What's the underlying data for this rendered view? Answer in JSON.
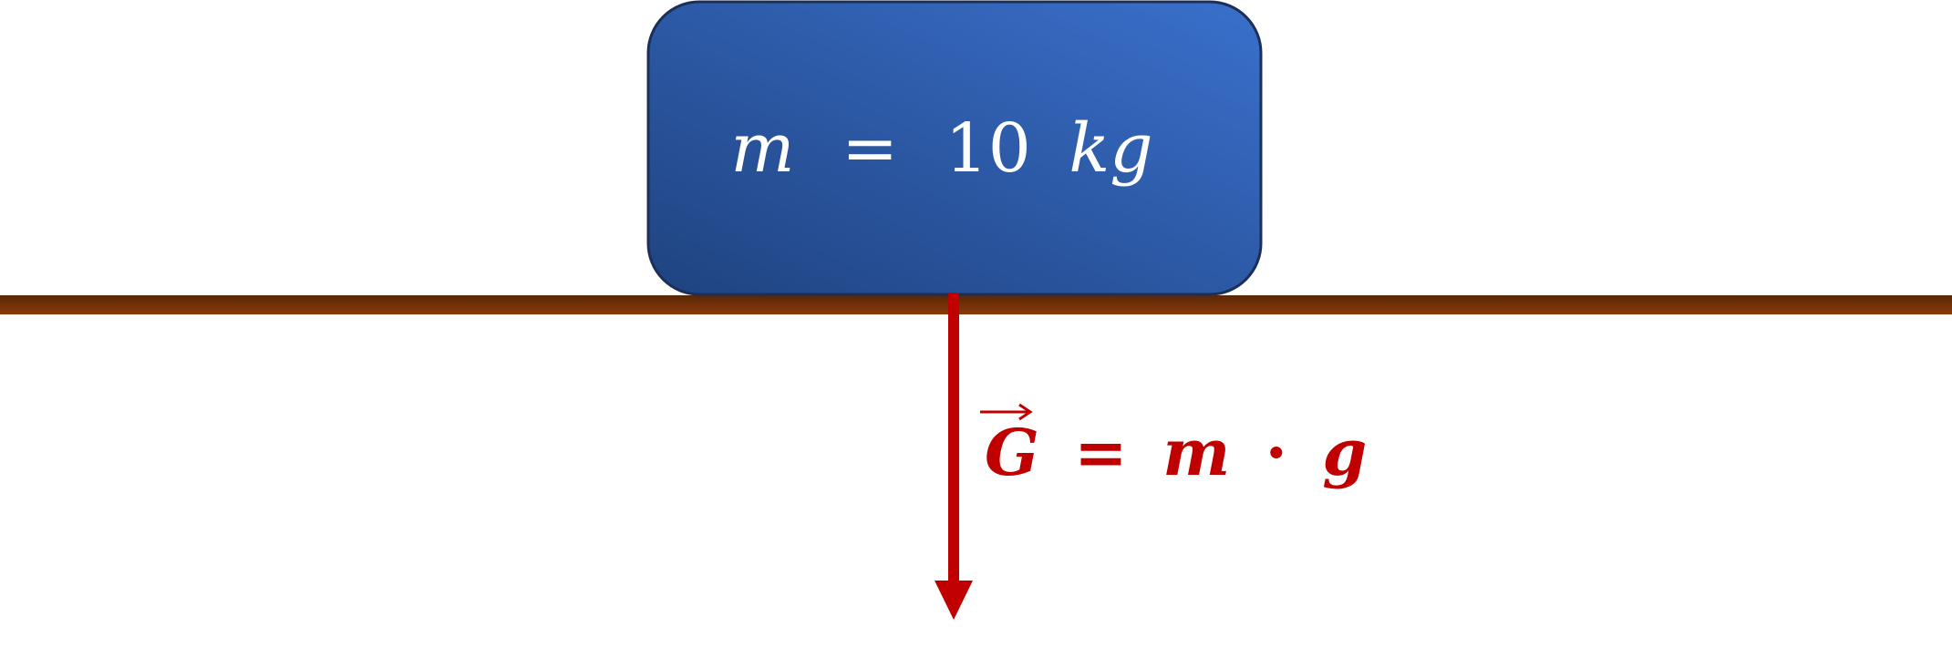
{
  "block": {
    "label": {
      "variable": "m",
      "equals": "=",
      "value": "10",
      "unit": "kg"
    },
    "gradient_start": "#1f4380",
    "gradient_end": "#3a70cc",
    "border_color": "#1c2f57",
    "text_color": "#ffffff"
  },
  "surface": {
    "color_top": "#5a2708",
    "color_bottom": "#8a3a08"
  },
  "force": {
    "symbol": "G",
    "equals": "=",
    "rhs_m": "m",
    "dot": "·",
    "rhs_g": "g",
    "color": "#c00000"
  }
}
